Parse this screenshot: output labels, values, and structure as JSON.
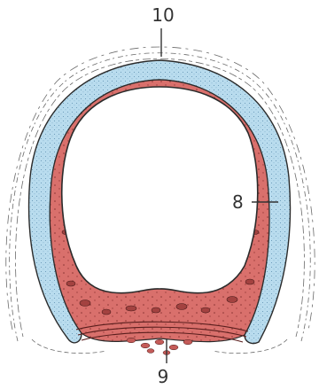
{
  "labels": {
    "top": "10",
    "right": "8",
    "bottom": "9"
  },
  "colors": {
    "cartilage": "#b9dcee",
    "mucosa": "#d9706c",
    "gland_speck": "#7a2b2a",
    "outline": "#2b2b2b",
    "adventitia": "#6a6a6a",
    "label": "#333333"
  }
}
